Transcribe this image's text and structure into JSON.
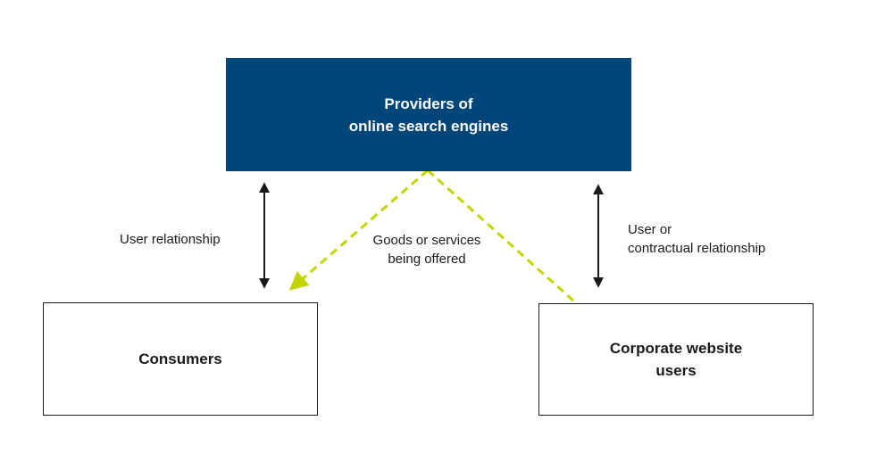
{
  "diagram": {
    "nodes": {
      "providers": {
        "label": "Providers of\nonline search engines"
      },
      "consumers": {
        "label": "Consumers"
      },
      "corporate_website_users": {
        "label": "Corporate website\nusers"
      }
    },
    "edge_labels": {
      "user_relationship": "User relationship",
      "goods_or_services": "Goods or services\nbeing offered",
      "user_or_contractual": "User or\ncontractual relationship"
    }
  },
  "colors": {
    "provider_box_fill": "#004678",
    "provider_box_text": "#ffffff",
    "node_box_fill": "#ffffff",
    "node_box_border": "#1a1a1a",
    "solid_arrow": "#1a1a1a",
    "dashed_arrow": "#c3d400",
    "text": "#1a1a1a",
    "background": "#ffffff"
  }
}
